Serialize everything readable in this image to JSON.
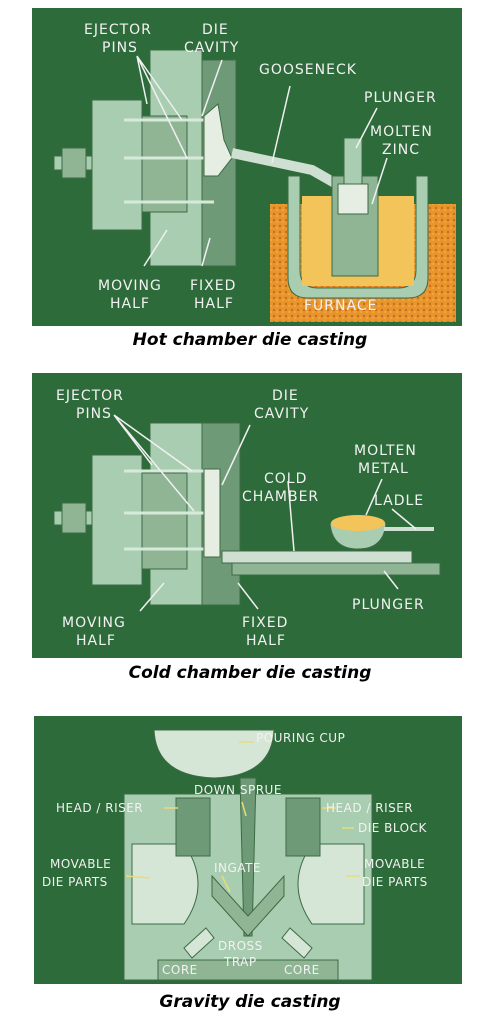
{
  "hot": {
    "caption": "Hot chamber die casting",
    "labels": {
      "ejector_pins": [
        "EJECTOR",
        "PINS"
      ],
      "die_cavity": [
        "DIE",
        "CAVITY"
      ],
      "gooseneck": "GOOSENECK",
      "plunger": "PLUNGER",
      "molten_zinc": [
        "MOLTEN",
        "ZINC"
      ],
      "moving_half": [
        "MOVING",
        "HALF"
      ],
      "fixed_half": [
        "FIXED",
        "HALF"
      ],
      "furnace": "FURNACE"
    }
  },
  "cold": {
    "caption": "Cold chamber die casting",
    "labels": {
      "ejector_pins": [
        "EJECTOR",
        "PINS"
      ],
      "die_cavity": [
        "DIE",
        "CAVITY"
      ],
      "molten_metal": [
        "MOLTEN",
        "METAL"
      ],
      "cold_chamber": [
        "COLD",
        "CHAMBER"
      ],
      "ladle": "LADLE",
      "plunger": "PLUNGER",
      "moving_half": [
        "MOVING",
        "HALF"
      ],
      "fixed_half": [
        "FIXED",
        "HALF"
      ]
    }
  },
  "gravity": {
    "caption": "Gravity die casting",
    "labels": {
      "pouring_cup": "POURING CUP",
      "down_sprue": "DOWN SPRUE",
      "head_riser_left": "HEAD / RISER",
      "head_riser_right": "HEAD / RISER",
      "die_block": "DIE BLOCK",
      "movable_die_parts_left": [
        "MOVABLE",
        "DIE PARTS"
      ],
      "movable_die_parts_right": [
        "MOVABLE",
        "DIE PARTS"
      ],
      "ingate": "INGATE",
      "dross_trap": [
        "DROSS",
        "TRAP"
      ],
      "core_left": "CORE",
      "core_right": "CORE"
    }
  },
  "colors": {
    "panel_bg": "#2e6b3a",
    "molten": "#f3c45a",
    "furnace": "#e8962c"
  }
}
